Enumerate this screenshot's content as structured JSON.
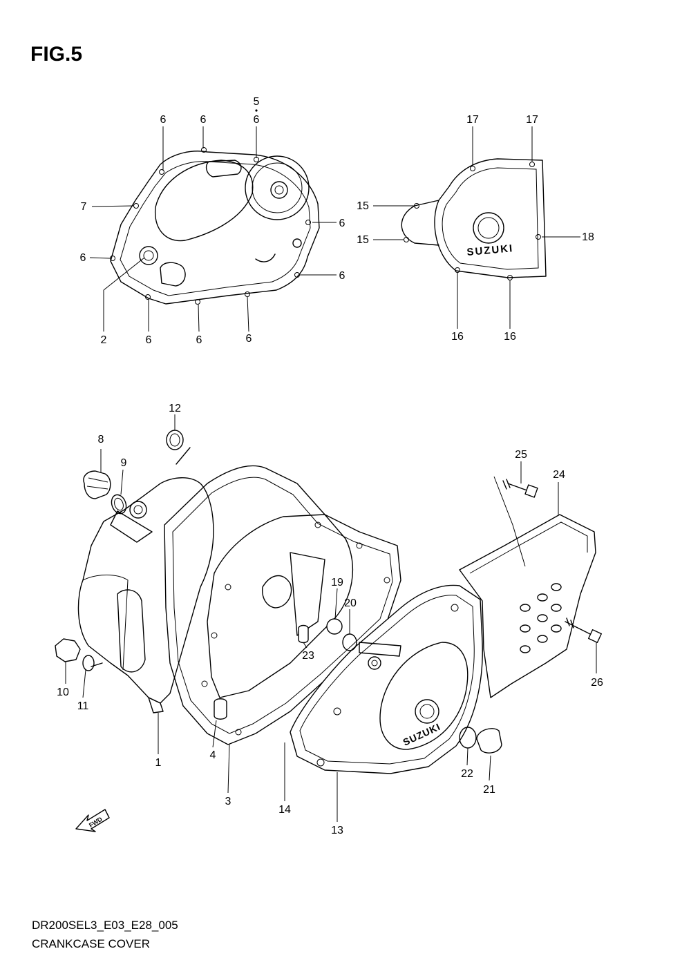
{
  "title": "FIG.5",
  "diagram_code": "DR200SEL3_E03_E28_005",
  "caption": "CRANKCASE COVER",
  "fwd_label": "FWD",
  "brand_marks": [
    "SUZUKI",
    "SUZUKI"
  ],
  "callouts": {
    "c1": "1",
    "c2": "2",
    "c3": "3",
    "c4": "4",
    "c5": "5",
    "c6": "6",
    "c7": "7",
    "c8": "8",
    "c9": "9",
    "c10": "10",
    "c11": "11",
    "c12": "12",
    "c13": "13",
    "c14": "14",
    "c15": "15",
    "c16": "16",
    "c17": "17",
    "c18": "18",
    "c19": "19",
    "c20": "20",
    "c21": "21",
    "c22": "22",
    "c23": "23",
    "c24": "24",
    "c25": "25",
    "c26": "26"
  }
}
